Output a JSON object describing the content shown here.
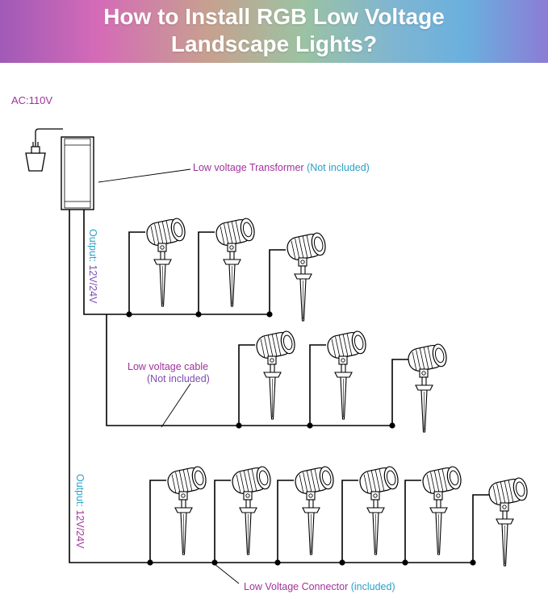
{
  "title": {
    "line1": "How to Install RGB Low Voltage",
    "line2": "Landscape Lights?"
  },
  "labels": {
    "ac": "AC:110V",
    "transformer_a": "Low voltage Transformer",
    "transformer_b": " (Not included)",
    "output_top_a": "Output:",
    "output_top_b": " 12V/24V",
    "cable_a": "Low voltage cable",
    "cable_b": "(Not included)",
    "output_bottom_a": "Output:",
    "output_bottom_b": " 12V/24V",
    "connector_a": "Low Voltage Connector",
    "connector_b": " (included)"
  },
  "colors": {
    "banner_from": "#a05ab7",
    "banner_to": "#6ab0de",
    "magenta": "#a0329a",
    "cyan": "#2aa0c7",
    "violet": "#7b4bb3",
    "line": "#000000"
  },
  "rows": [
    {
      "lights": 3
    },
    {
      "lights": 3
    },
    {
      "lights": 6
    }
  ],
  "icons": {
    "plug": "plug-icon",
    "transformer": "transformer-icon",
    "light": "spotlight-icon",
    "connector": "connector-dot-icon"
  }
}
